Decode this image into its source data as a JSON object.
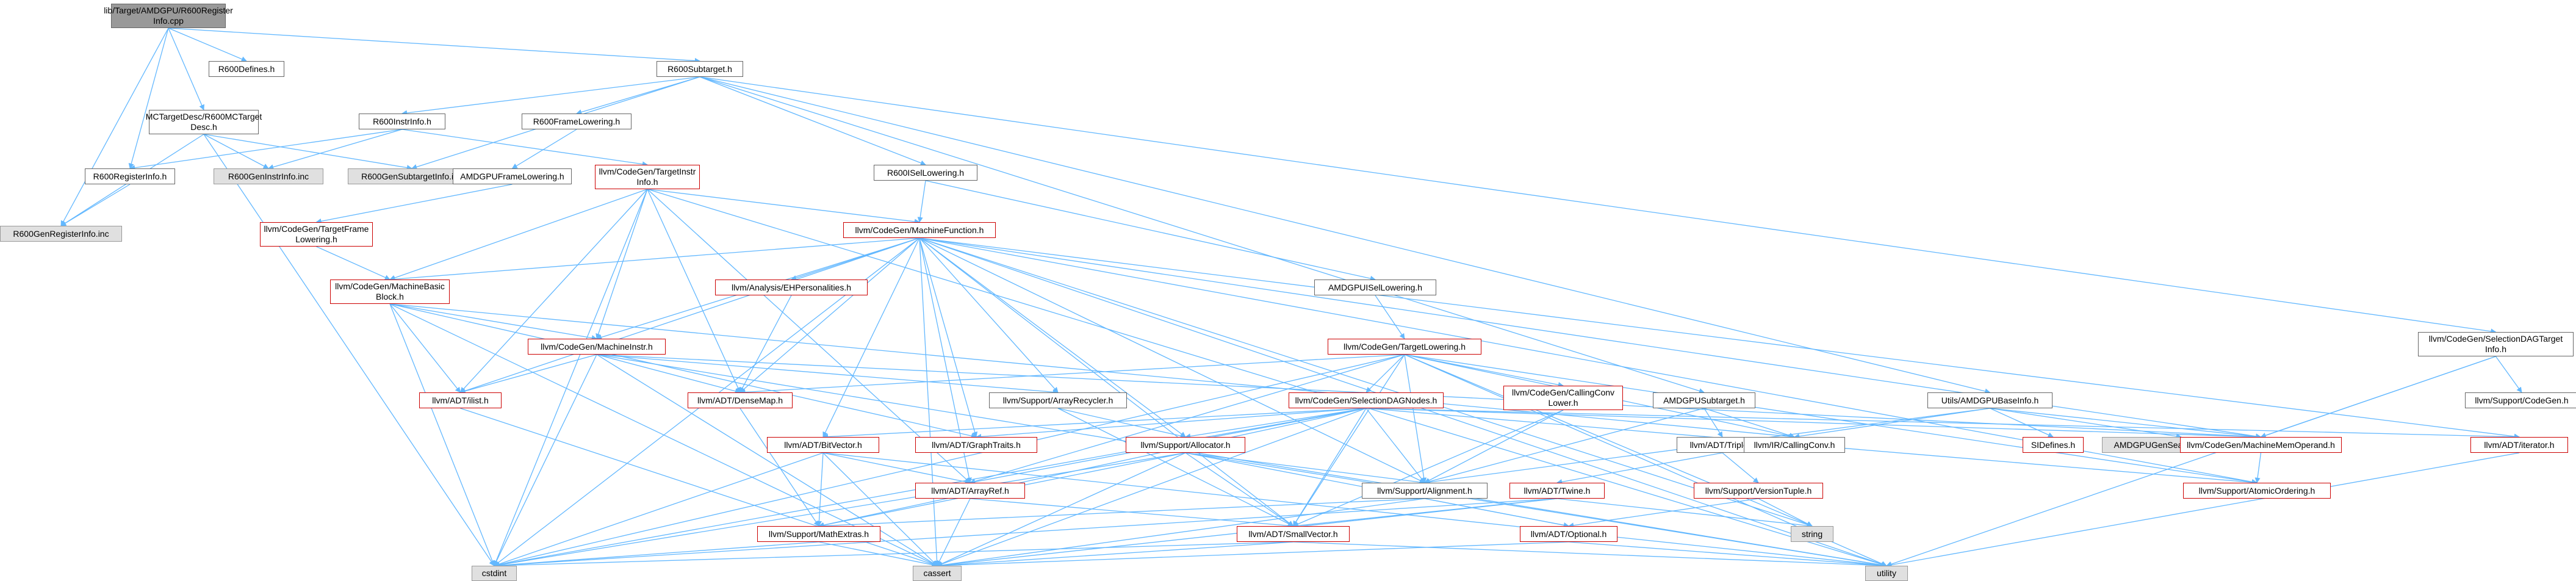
{
  "colors": {
    "edge": "#63b8ff",
    "node_border": "#666666",
    "incomplete_border": "#cc0000",
    "external_fill": "#e0e0e0",
    "root_fill": "#999999"
  },
  "nodes": [
    {
      "id": "root",
      "label": "lib/Target/AMDGPU/R600Register\nInfo.cpp",
      "style": "root"
    },
    {
      "id": "r600defines",
      "label": "R600Defines.h",
      "style": "normal"
    },
    {
      "id": "r600subtarget",
      "label": "R600Subtarget.h",
      "style": "normal"
    },
    {
      "id": "mctargetdesc",
      "label": "MCTargetDesc/R600MCTarget\nDesc.h",
      "style": "normal"
    },
    {
      "id": "r600registerinfo",
      "label": "R600RegisterInfo.h",
      "style": "normal"
    },
    {
      "id": "r600genregisterinfo",
      "label": "R600GenRegisterInfo.inc",
      "style": "gray"
    },
    {
      "id": "r600instrinfo",
      "label": "R600InstrInfo.h",
      "style": "normal"
    },
    {
      "id": "r600geninstrinfo",
      "label": "R600GenInstrInfo.inc",
      "style": "gray"
    },
    {
      "id": "r600gensubtargetinfo",
      "label": "R600GenSubtargetInfo.inc",
      "style": "gray"
    },
    {
      "id": "r600framelowering",
      "label": "R600FrameLowering.h",
      "style": "normal"
    },
    {
      "id": "amdgpuframelowering",
      "label": "AMDGPUFrameLowering.h",
      "style": "normal"
    },
    {
      "id": "targetinstrinfo",
      "label": "llvm/CodeGen/TargetInstr\nInfo.h",
      "style": "red"
    },
    {
      "id": "targetframelowering",
      "label": "llvm/CodeGen/TargetFrame\nLowering.h",
      "style": "red"
    },
    {
      "id": "r600isellowering",
      "label": "R600ISelLowering.h",
      "style": "normal"
    },
    {
      "id": "machinefunction",
      "label": "llvm/CodeGen/MachineFunction.h",
      "style": "red"
    },
    {
      "id": "machinebasicblock",
      "label": "llvm/CodeGen/MachineBasic\nBlock.h",
      "style": "red"
    },
    {
      "id": "ehpersonalities",
      "label": "llvm/Analysis/EHPersonalities.h",
      "style": "red"
    },
    {
      "id": "amdgpuisellowering",
      "label": "AMDGPUISelLowering.h",
      "style": "normal"
    },
    {
      "id": "targetlowering",
      "label": "llvm/CodeGen/TargetLowering.h",
      "style": "red"
    },
    {
      "id": "machineinstr",
      "label": "llvm/CodeGen/MachineInstr.h",
      "style": "red"
    },
    {
      "id": "ilist",
      "label": "llvm/ADT/ilist.h",
      "style": "red"
    },
    {
      "id": "densemap",
      "label": "llvm/ADT/DenseMap.h",
      "style": "red"
    },
    {
      "id": "arrayrecycler",
      "label": "llvm/Support/ArrayRecycler.h",
      "style": "normal"
    },
    {
      "id": "selectiondagnodes",
      "label": "llvm/CodeGen/SelectionDAGNodes.h",
      "style": "red"
    },
    {
      "id": "callingconvlower",
      "label": "llvm/CodeGen/CallingConv\nLower.h",
      "style": "red"
    },
    {
      "id": "amdgpusubtarget",
      "label": "AMDGPUSubtarget.h",
      "style": "normal"
    },
    {
      "id": "amdgpubaseinfo",
      "label": "Utils/AMDGPUBaseInfo.h",
      "style": "normal"
    },
    {
      "id": "selectiondagtargetinfo",
      "label": "llvm/CodeGen/SelectionDAGTarget\nInfo.h",
      "style": "normal"
    },
    {
      "id": "supportcodegen",
      "label": "llvm/Support/CodeGen.h",
      "style": "normal"
    },
    {
      "id": "bitvector",
      "label": "llvm/ADT/BitVector.h",
      "style": "red"
    },
    {
      "id": "graphtraits",
      "label": "llvm/ADT/GraphTraits.h",
      "style": "red"
    },
    {
      "id": "allocator",
      "label": "llvm/Support/Allocator.h",
      "style": "red"
    },
    {
      "id": "triple",
      "label": "llvm/ADT/Triple.h",
      "style": "normal"
    },
    {
      "id": "callingconv",
      "label": "llvm/IR/CallingConv.h",
      "style": "normal"
    },
    {
      "id": "sidefines",
      "label": "SIDefines.h",
      "style": "red"
    },
    {
      "id": "amdgpugensearchabletables",
      "label": "AMDGPUGenSearchableTables.inc",
      "style": "gray"
    },
    {
      "id": "machinememoperand",
      "label": "llvm/CodeGen/MachineMemOperand.h",
      "style": "red"
    },
    {
      "id": "iterator",
      "label": "llvm/ADT/iterator.h",
      "style": "red"
    },
    {
      "id": "arrayref",
      "label": "llvm/ADT/ArrayRef.h",
      "style": "red"
    },
    {
      "id": "alignment",
      "label": "llvm/Support/Alignment.h",
      "style": "normal"
    },
    {
      "id": "twine",
      "label": "llvm/ADT/Twine.h",
      "style": "red"
    },
    {
      "id": "versiontuple",
      "label": "llvm/Support/VersionTuple.h",
      "style": "red"
    },
    {
      "id": "atomicordering",
      "label": "llvm/Support/AtomicOrdering.h",
      "style": "red"
    },
    {
      "id": "mathextras",
      "label": "llvm/Support/MathExtras.h",
      "style": "red"
    },
    {
      "id": "smallvector",
      "label": "llvm/ADT/SmallVector.h",
      "style": "red"
    },
    {
      "id": "optional",
      "label": "llvm/ADT/Optional.h",
      "style": "red"
    },
    {
      "id": "string",
      "label": "string",
      "style": "gray"
    },
    {
      "id": "cstdint",
      "label": "cstdint",
      "style": "gray"
    },
    {
      "id": "cassert",
      "label": "cassert",
      "style": "gray"
    },
    {
      "id": "utility",
      "label": "utility",
      "style": "gray"
    }
  ],
  "edges": [
    [
      "root",
      "r600defines"
    ],
    [
      "root",
      "r600subtarget"
    ],
    [
      "root",
      "mctargetdesc"
    ],
    [
      "root",
      "r600registerinfo"
    ],
    [
      "root",
      "r600genregisterinfo"
    ],
    [
      "mctargetdesc",
      "r600geninstrinfo"
    ],
    [
      "mctargetdesc",
      "r600gensubtargetinfo"
    ],
    [
      "mctargetdesc",
      "r600genregisterinfo"
    ],
    [
      "mctargetdesc",
      "cstdint"
    ],
    [
      "r600registerinfo",
      "r600genregisterinfo"
    ],
    [
      "r600subtarget",
      "r600instrinfo"
    ],
    [
      "r600subtarget",
      "r600framelowering"
    ],
    [
      "r600subtarget",
      "r600isellowering"
    ],
    [
      "r600subtarget",
      "r600gensubtargetinfo"
    ],
    [
      "r600subtarget",
      "amdgpusubtarget"
    ],
    [
      "r600subtarget",
      "amdgpubaseinfo"
    ],
    [
      "r600subtarget",
      "selectiondagtargetinfo"
    ],
    [
      "r600instrinfo",
      "r600registerinfo"
    ],
    [
      "r600instrinfo",
      "r600geninstrinfo"
    ],
    [
      "r600instrinfo",
      "targetinstrinfo"
    ],
    [
      "r600framelowering",
      "amdgpuframelowering"
    ],
    [
      "amdgpuframelowering",
      "targetframelowering"
    ],
    [
      "targetframelowering",
      "machinebasicblock"
    ],
    [
      "targetinstrinfo",
      "machinefunction"
    ],
    [
      "targetinstrinfo",
      "machinebasicblock"
    ],
    [
      "targetinstrinfo",
      "machineinstr"
    ],
    [
      "targetinstrinfo",
      "densemap"
    ],
    [
      "targetinstrinfo",
      "arrayref"
    ],
    [
      "targetinstrinfo",
      "cstdint"
    ],
    [
      "targetinstrinfo",
      "ilist"
    ],
    [
      "targetinstrinfo",
      "utility"
    ],
    [
      "r600isellowering",
      "machinefunction"
    ],
    [
      "r600isellowering",
      "amdgpuisellowering"
    ],
    [
      "amdgpuisellowering",
      "targetlowering"
    ],
    [
      "machinefunction",
      "machinebasicblock"
    ],
    [
      "machinefunction",
      "ehpersonalities"
    ],
    [
      "machinefunction",
      "machineinstr"
    ],
    [
      "machinefunction",
      "ilist"
    ],
    [
      "machinefunction",
      "densemap"
    ],
    [
      "machinefunction",
      "arrayrecycler"
    ],
    [
      "machinefunction",
      "bitvector"
    ],
    [
      "machinefunction",
      "graphtraits"
    ],
    [
      "machinefunction",
      "allocator"
    ],
    [
      "machinefunction",
      "arrayref"
    ],
    [
      "machinefunction",
      "smallvector"
    ],
    [
      "machinefunction",
      "machinememoperand"
    ],
    [
      "machinefunction",
      "atomicordering"
    ],
    [
      "machinefunction",
      "iterator"
    ],
    [
      "machinefunction",
      "alignment"
    ],
    [
      "machinefunction",
      "cassert"
    ],
    [
      "machinefunction",
      "cstdint"
    ],
    [
      "machinefunction",
      "utility"
    ],
    [
      "machinefunction",
      "string"
    ],
    [
      "ehpersonalities",
      "densemap"
    ],
    [
      "machinebasicblock",
      "machineinstr"
    ],
    [
      "machinebasicblock",
      "ilist"
    ],
    [
      "machinebasicblock",
      "graphtraits"
    ],
    [
      "machinebasicblock",
      "cassert"
    ],
    [
      "machinebasicblock",
      "cstdint"
    ],
    [
      "machinebasicblock",
      "callingconv"
    ],
    [
      "machineinstr",
      "densemap"
    ],
    [
      "machineinstr",
      "ilist"
    ],
    [
      "machineinstr",
      "arrayrecycler"
    ],
    [
      "machineinstr",
      "machinememoperand"
    ],
    [
      "machineinstr",
      "utility"
    ],
    [
      "machineinstr",
      "cstdint"
    ],
    [
      "machineinstr",
      "cassert"
    ],
    [
      "arrayrecycler",
      "allocator"
    ],
    [
      "arrayrecycler",
      "smallvector"
    ],
    [
      "densemap",
      "mathextras"
    ],
    [
      "ilist",
      "cassert"
    ],
    [
      "targetlowering",
      "selectiondagnodes"
    ],
    [
      "targetlowering",
      "callingconvlower"
    ],
    [
      "targetlowering",
      "densemap"
    ],
    [
      "targetlowering",
      "arrayref"
    ],
    [
      "targetlowering",
      "alignment"
    ],
    [
      "targetlowering",
      "callingconv"
    ],
    [
      "targetlowering",
      "smallvector"
    ],
    [
      "targetlowering",
      "atomicordering"
    ],
    [
      "targetlowering",
      "string"
    ],
    [
      "targetlowering",
      "cstdint"
    ],
    [
      "targetlowering",
      "utility"
    ],
    [
      "selectiondagnodes",
      "bitvector"
    ],
    [
      "selectiondagnodes",
      "graphtraits"
    ],
    [
      "selectiondagnodes",
      "allocator"
    ],
    [
      "selectiondagnodes",
      "arrayref"
    ],
    [
      "selectiondagnodes",
      "smallvector"
    ],
    [
      "selectiondagnodes",
      "machinememoperand"
    ],
    [
      "selectiondagnodes",
      "iterator"
    ],
    [
      "selectiondagnodes",
      "atomicordering"
    ],
    [
      "selectiondagnodes",
      "alignment"
    ],
    [
      "selectiondagnodes",
      "mathextras"
    ],
    [
      "selectiondagnodes",
      "cassert"
    ],
    [
      "selectiondagnodes",
      "cstdint"
    ],
    [
      "callingconvlower",
      "smallvector"
    ],
    [
      "callingconvlower",
      "alignment"
    ],
    [
      "amdgpusubtarget",
      "triple"
    ],
    [
      "amdgpusubtarget",
      "alignment"
    ],
    [
      "amdgpusubtarget",
      "callingconv"
    ],
    [
      "amdgpubaseinfo",
      "sidefines"
    ],
    [
      "amdgpubaseinfo",
      "amdgpugensearchabletables"
    ],
    [
      "amdgpubaseinfo",
      "callingconv"
    ],
    [
      "amdgpubaseinfo",
      "alignment"
    ],
    [
      "amdgpubaseinfo",
      "machinememoperand"
    ],
    [
      "selectiondagtargetinfo",
      "supportcodegen"
    ],
    [
      "selectiondagtargetinfo",
      "machinememoperand"
    ],
    [
      "selectiondagtargetinfo",
      "utility"
    ],
    [
      "bitvector",
      "arrayref"
    ],
    [
      "bitvector",
      "mathextras"
    ],
    [
      "bitvector",
      "cassert"
    ],
    [
      "bitvector",
      "cstdint"
    ],
    [
      "bitvector",
      "utility"
    ],
    [
      "allocator",
      "alignment"
    ],
    [
      "allocator",
      "mathextras"
    ],
    [
      "allocator",
      "smallvector"
    ],
    [
      "allocator",
      "optional"
    ],
    [
      "allocator",
      "cassert"
    ],
    [
      "allocator",
      "cstdint"
    ],
    [
      "allocator",
      "utility"
    ],
    [
      "arrayref",
      "smallvector"
    ],
    [
      "arrayref",
      "cassert"
    ],
    [
      "triple",
      "twine"
    ],
    [
      "triple",
      "versiontuple"
    ],
    [
      "twine",
      "smallvector"
    ],
    [
      "twine",
      "string"
    ],
    [
      "twine",
      "cassert"
    ],
    [
      "twine",
      "cstdint"
    ],
    [
      "versiontuple",
      "optional"
    ],
    [
      "versiontuple",
      "string"
    ],
    [
      "alignment",
      "mathextras"
    ],
    [
      "alignment",
      "optional"
    ],
    [
      "alignment",
      "cassert"
    ],
    [
      "machinememoperand",
      "atomicordering"
    ],
    [
      "iterator",
      "utility"
    ],
    [
      "mathextras",
      "cstdint"
    ],
    [
      "mathextras",
      "cassert"
    ],
    [
      "smallvector",
      "cassert"
    ],
    [
      "smallvector",
      "cstdint"
    ],
    [
      "smallvector",
      "utility"
    ],
    [
      "optional",
      "utility"
    ],
    [
      "optional",
      "cassert"
    ]
  ]
}
